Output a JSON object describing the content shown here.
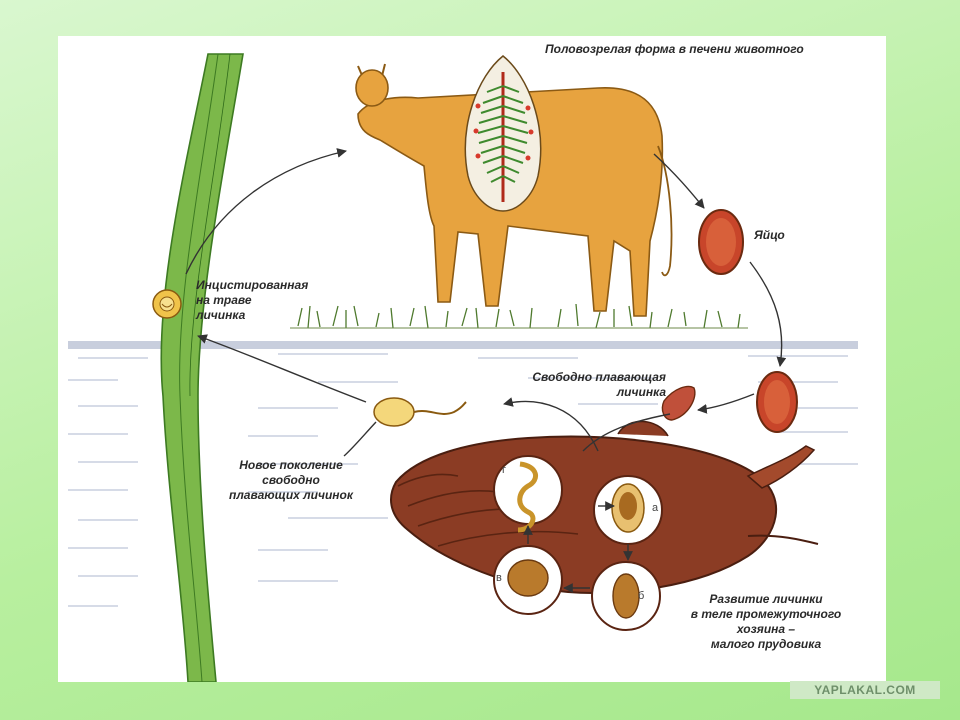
{
  "labels": {
    "adult_form": "Половозрелая форма в печени животного",
    "egg": "Яйцо",
    "encysted": [
      "Инцистированная",
      "на траве",
      "личинка"
    ],
    "free_swimming": [
      "Свободно плавающая",
      "личинка"
    ],
    "new_generation": [
      "Новое поколение",
      "свободно",
      "плавающих личинок"
    ],
    "development": [
      "Развитие личинки",
      "в теле промежуточного",
      "хозяина –",
      "малого прудовика"
    ]
  },
  "stages": [
    "а",
    "б",
    "в",
    "г"
  ],
  "watermark": "YAPLAKAL.COM",
  "colors": {
    "background": "#b8ef9f",
    "cow": "#e7a33f",
    "snail": "#8b3c24",
    "water": "#c5cad9",
    "grass": "#5f9a3a",
    "egg": "#c8452a"
  },
  "icons": [
    "cow-icon",
    "liver-fluke-icon",
    "egg-icon",
    "snail-icon",
    "grass-blade-icon",
    "cyst-icon",
    "cercaria-icon",
    "miracidium-icon"
  ]
}
